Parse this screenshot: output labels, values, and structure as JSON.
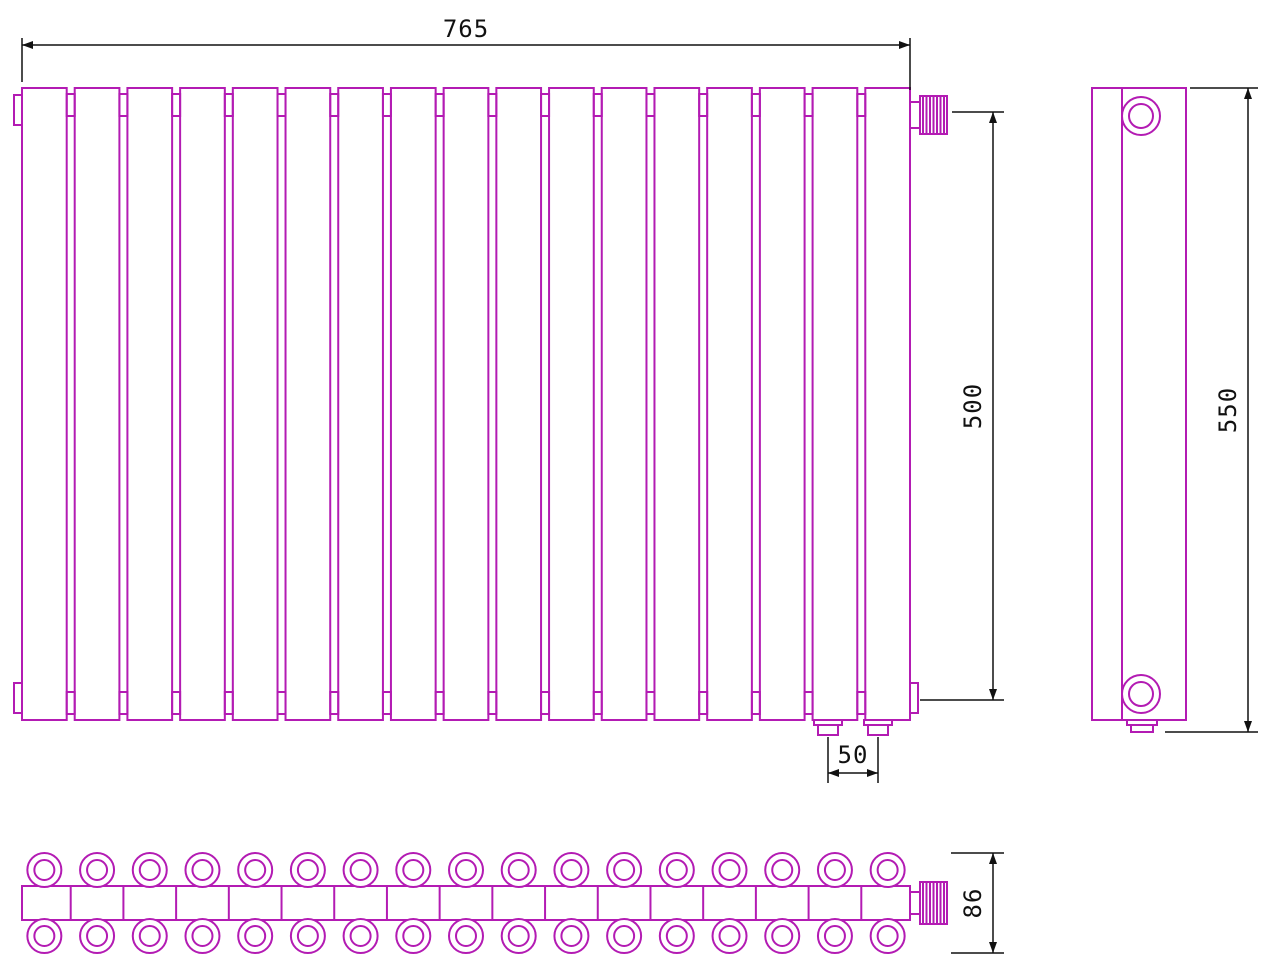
{
  "drawing": {
    "stroke_color": "#b31bb3",
    "dimension_color": "#111111",
    "front_view": {
      "sections": 17,
      "width_label": "765",
      "height_label": "500",
      "connection_spacing_label": "50"
    },
    "side_view": {
      "height_label": "550"
    },
    "bottom_view": {
      "sections": 17,
      "depth_label": "86"
    }
  }
}
